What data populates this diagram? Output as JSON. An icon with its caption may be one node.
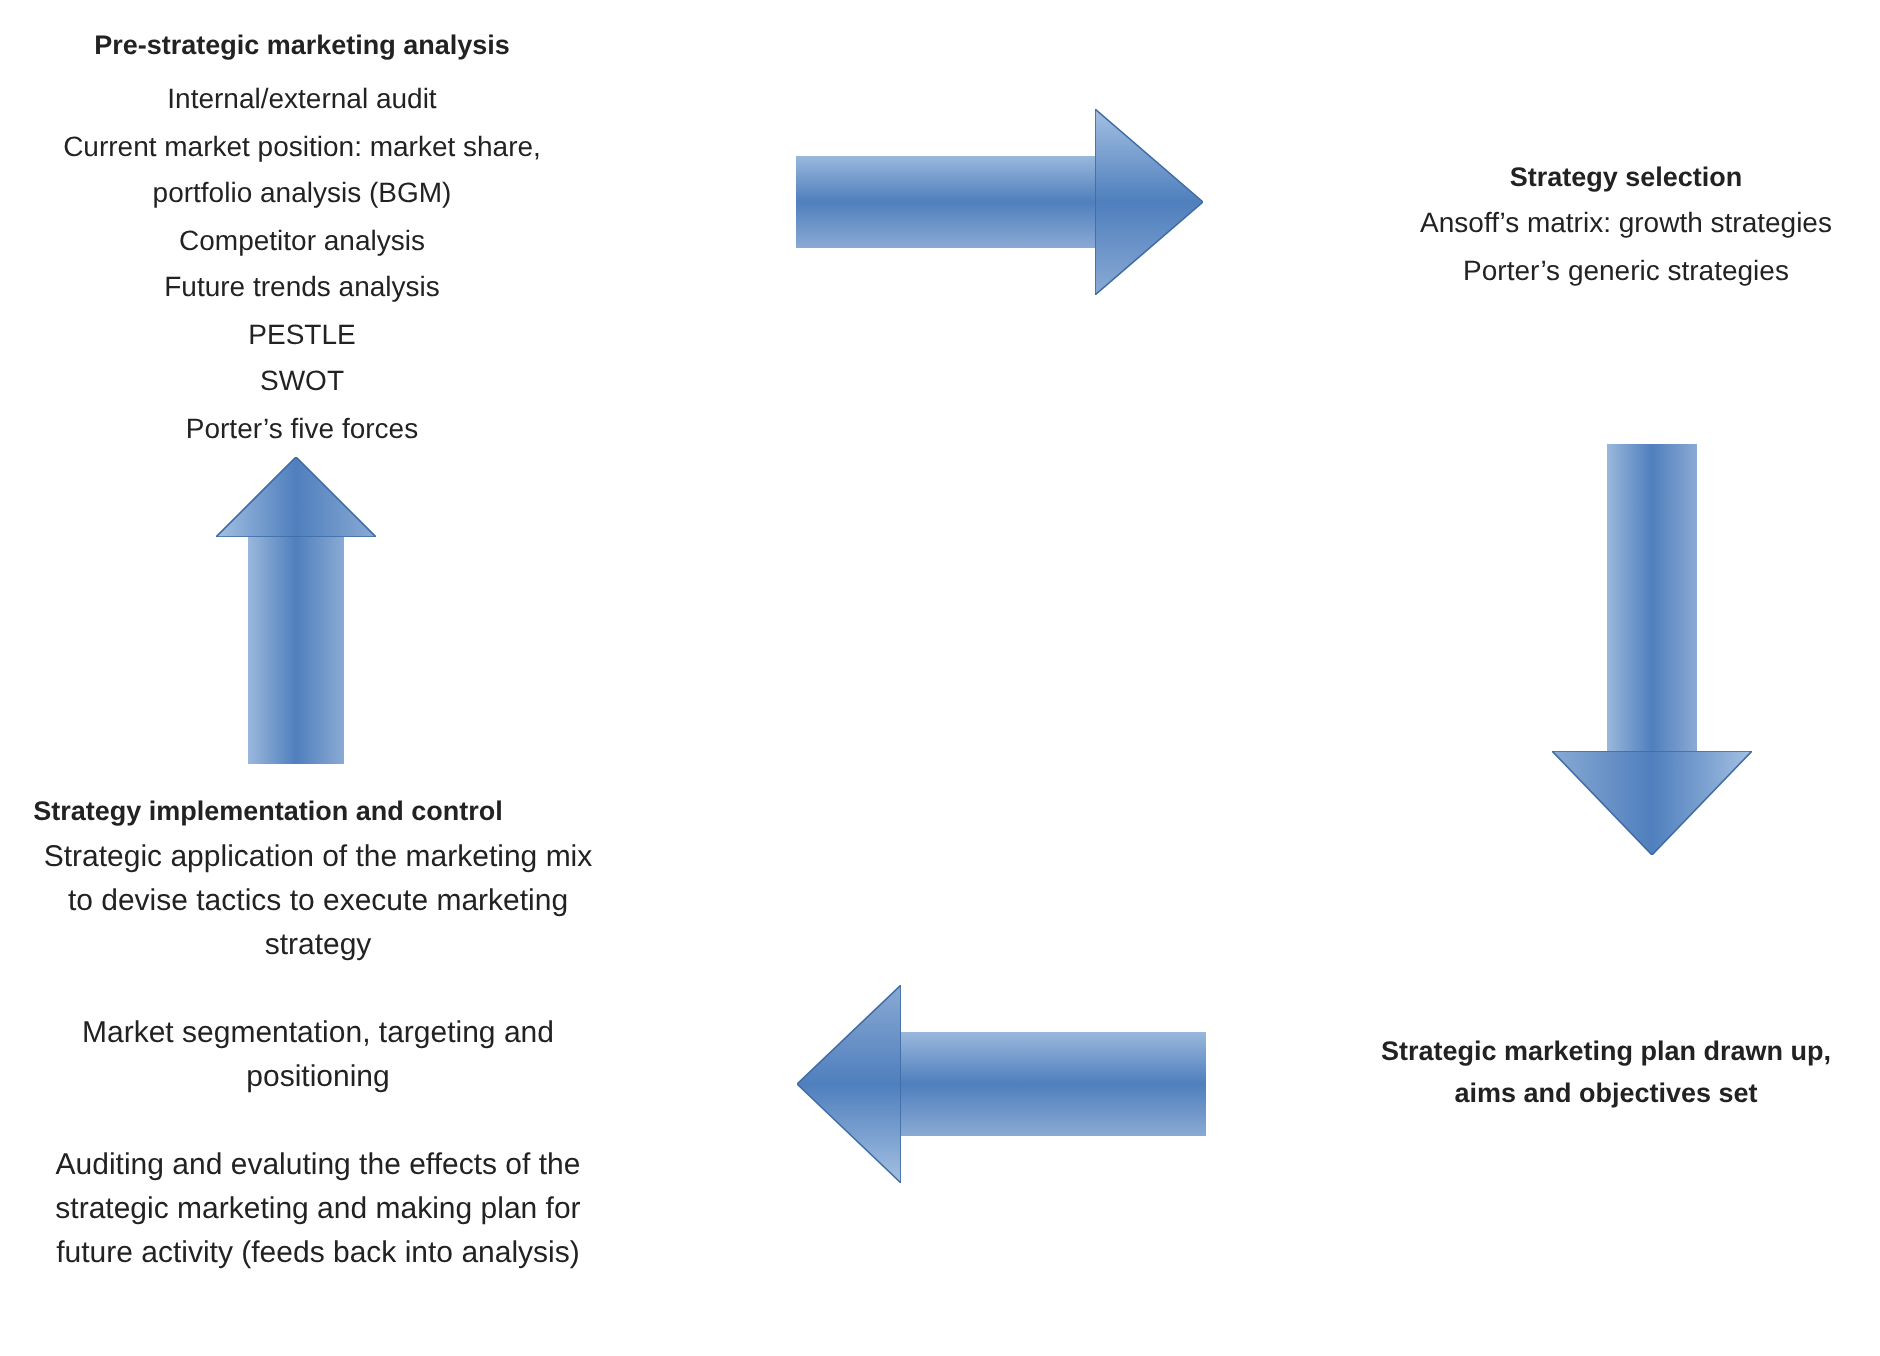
{
  "diagram": {
    "nodes": [
      {
        "text": [
          "Pre-strategic marketing analysis",
          "Internal/external audit",
          "Current market position: market share, portfolio analysis (BGM)",
          "Competitor analysis",
          "Future trends analysis",
          "PESTLE",
          "SWOT",
          "Porter’s five forces"
        ]
      },
      {
        "text": [
          "Strategy selection",
          "Ansoff’s matrix: growth strategies",
          "Porter’s generic strategies"
        ]
      },
      {
        "text": [
          "Strategic marketing plan drawn up, aims and objectives set"
        ]
      },
      {
        "text": [
          "Strategy implementation and control",
          "Strategic application of the marketing mix to devise tactics to execute marketing strategy",
          "Market segmentation, targeting and positioning",
          "Auditing and evaluting the effects of the strategic marketing and making plan for future activity (feeds back into analysis)"
        ]
      }
    ],
    "edges": [
      {
        "from": 0,
        "to": 1,
        "arrow": "to"
      },
      {
        "from": 1,
        "to": 2,
        "arrow": "to"
      },
      {
        "from": 2,
        "to": 3,
        "arrow": "to"
      },
      {
        "from": 3,
        "to": 0,
        "arrow": "to"
      }
    ]
  }
}
